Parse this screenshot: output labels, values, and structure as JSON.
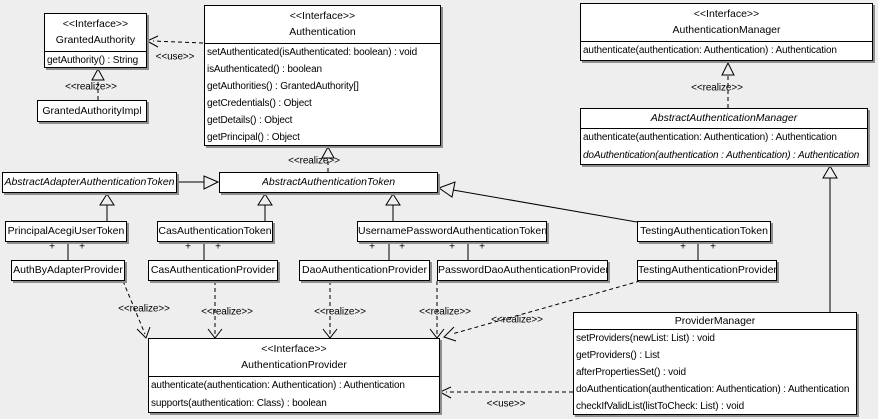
{
  "stereotypes": {
    "interface": "<<Interface>>"
  },
  "labels": {
    "use": "<<use>>",
    "realize": "<<realize>>",
    "plus": "+"
  },
  "classes": {
    "granted_authority": {
      "name": "GrantedAuthority",
      "methods": [
        "getAuthority() : String"
      ]
    },
    "granted_authority_impl": {
      "name": "GrantedAuthorityImpl"
    },
    "authentication": {
      "name": "Authentication",
      "methods": [
        "setAuthenticated(isAuthenticated: boolean) : void",
        "isAuthenticated() : boolean",
        "getAuthorities() : GrantedAuthority[]",
        "getCredentials() : Object",
        "getDetails() : Object",
        "getPrincipal() : Object"
      ]
    },
    "authentication_manager": {
      "name": "AuthenticationManager",
      "methods": [
        "authenticate(authentication: Authentication) : Authentication"
      ]
    },
    "abstract_authentication_manager": {
      "name": "AbstractAuthenticationManager",
      "methods": [
        "authenticate(authentication: Authentication) : Authentication",
        "doAuthentication(authentication : Authentication) : Authentication"
      ]
    },
    "abstract_adapter_authentication_token": {
      "name": "AbstractAdapterAuthenticationToken"
    },
    "abstract_authentication_token": {
      "name": "AbstractAuthenticationToken"
    },
    "principal_acegi_user_token": {
      "name": "PrincipalAcegiUserToken"
    },
    "cas_authentication_token": {
      "name": "CasAuthenticationToken"
    },
    "username_password_authentication_token": {
      "name": "UsernamePasswordAuthenticationToken"
    },
    "testing_authentication_token": {
      "name": "TestingAuthenticationToken"
    },
    "auth_by_adapter_provider": {
      "name": "AuthByAdapterProvider"
    },
    "cas_authentication_provider": {
      "name": "CasAuthenticationProvider"
    },
    "dao_authentication_provider": {
      "name": "DaoAuthenticationProvider"
    },
    "password_dao_authentication_provider": {
      "name": "PasswordDaoAuthenticationProvider"
    },
    "testing_authentication_provider": {
      "name": "TestingAuthenticationProvider"
    },
    "authentication_provider": {
      "name": "AuthenticationProvider",
      "methods": [
        "authenticate(authentication: Authentication) : Authentication",
        "supports(authentication: Class) : boolean"
      ]
    },
    "provider_manager": {
      "name": "ProviderManager",
      "methods": [
        "setProviders(newList: List) : void",
        "getProviders() : List",
        "afterPropertiesSet() : void",
        "doAuthentication(authentication: Authentication) : Authentication",
        "checkIfValidList(listToCheck: List) : void"
      ]
    }
  }
}
